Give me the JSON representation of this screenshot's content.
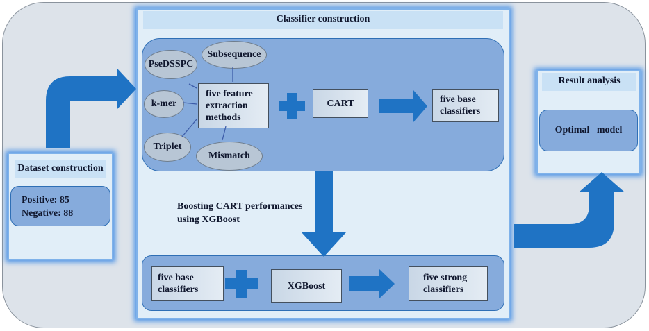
{
  "dataset": {
    "title": "Dataset construction",
    "positive": "Positive: 85",
    "negative": "Negative: 88"
  },
  "classifier": {
    "title": "Classifier construction",
    "features": {
      "pse": "PseDSSPC",
      "subsequence": "Subsequence",
      "kmer": "k-mer",
      "triplet": "Triplet",
      "mismatch": "Mismatch",
      "center": "five feature extraction methods"
    },
    "cart": "CART",
    "base": "five base classifiers",
    "boost_label": "Boosting CART performances using XGBoost",
    "bottom": {
      "base": "five base classifiers",
      "xgboost": "XGBoost",
      "strong": "five strong classifiers"
    }
  },
  "result": {
    "title": "Result analysis",
    "optimal": "Optimal   model"
  },
  "colors": {
    "arrow": "#1f73c4",
    "panel_glow": "#4f95e6",
    "inner_panel": "#86abdc",
    "background": "#dde3ea"
  }
}
